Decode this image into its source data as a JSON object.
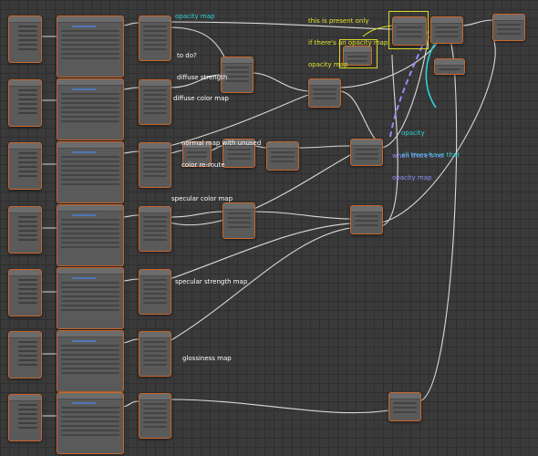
{
  "annotations": {
    "opacity_map": "opacity map",
    "opacity_only_line1": "this is present only",
    "opacity_only_line2": "if there's an opacity map",
    "opacity_only_line3": "opacity map",
    "todo_line1": "to do?",
    "todo_line2": "diffuse strength",
    "diffuse_color_map": "diffuse color map",
    "normal_line1": "normal map with unused",
    "normal_line2": "color re-route",
    "opacity_all_line1": "opacity",
    "opacity_all_line2": "all trees have that",
    "no_opacity_line1": "when there's no",
    "no_opacity_line2": "opacity map",
    "specular_color_map": "specular color map",
    "specular_strength_map": "specular strength map",
    "glossiness_map": "glossiness map"
  },
  "colors": {
    "background": "#3a3a3a",
    "node_border": "#c8672b",
    "wire": "#d9d9d9",
    "cyan_note": "#2fd4d4",
    "yellow_note": "#e3e32a",
    "purple_note": "#8f8fff"
  }
}
